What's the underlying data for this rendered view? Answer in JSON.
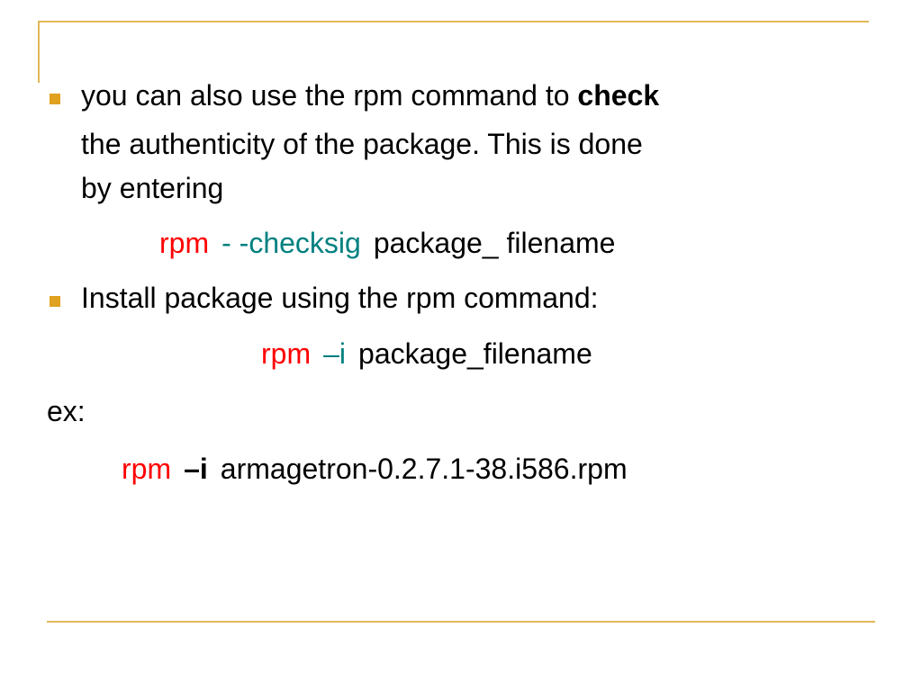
{
  "bullet_color": "#e0a020",
  "accent_red": "#ff0000",
  "accent_teal": "#008080",
  "frame_color": "#e2b85a",
  "bullets": [
    {
      "line1_prefix": "you can also use the rpm command to ",
      "line1_bold": "check",
      "line2": "the authenticity of the package. This is done",
      "line3": "by entering"
    },
    {
      "line1": "Install package using the rpm command:"
    }
  ],
  "commands": {
    "checksig": {
      "cmd": "rpm",
      "flag": "- -checksig",
      "arg": "package_ filename"
    },
    "install": {
      "cmd": "rpm",
      "flag": "–i",
      "arg": "package_filename"
    },
    "example": {
      "cmd": "rpm",
      "flag": "–i",
      "arg": "armagetron-0.2.7.1-38.i586.rpm"
    }
  },
  "example_label": "ex:"
}
